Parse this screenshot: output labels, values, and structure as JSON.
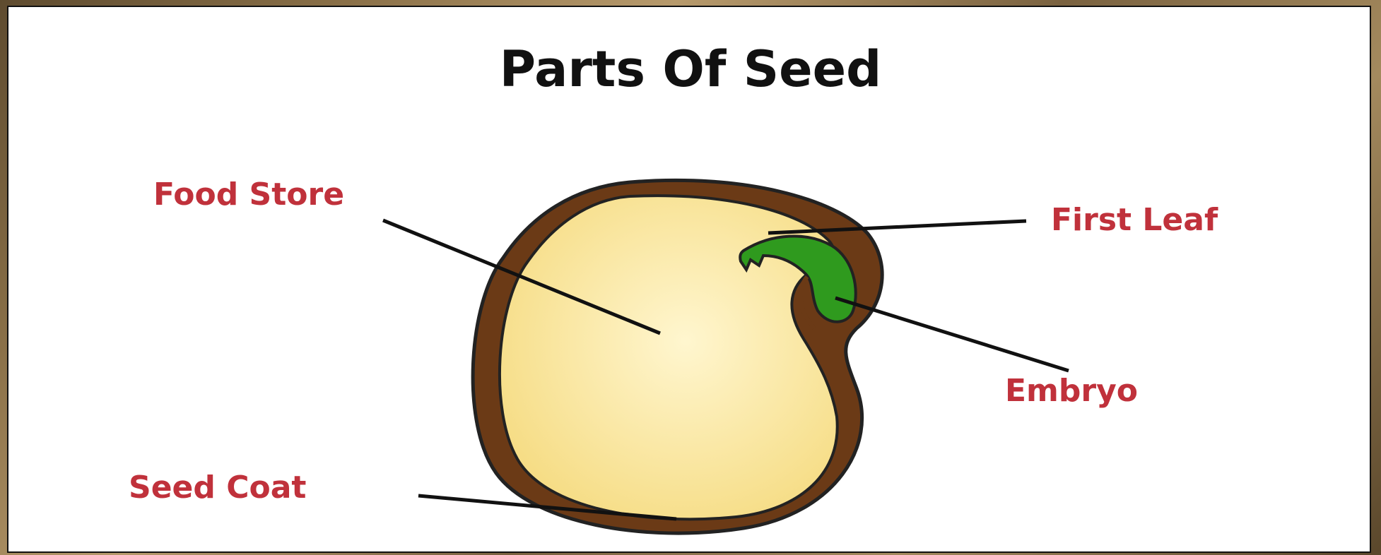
{
  "title": "Parts Of Seed",
  "labels": {
    "food_store": "Food Store",
    "first_leaf": "First Leaf",
    "embryo": "Embryo",
    "seed_coat": "Seed Coat"
  },
  "colors": {
    "label": "#c0313b",
    "seed_coat": "#6b3a16",
    "food_store": "#fbe7a0",
    "embryo": "#2f9a1e"
  }
}
